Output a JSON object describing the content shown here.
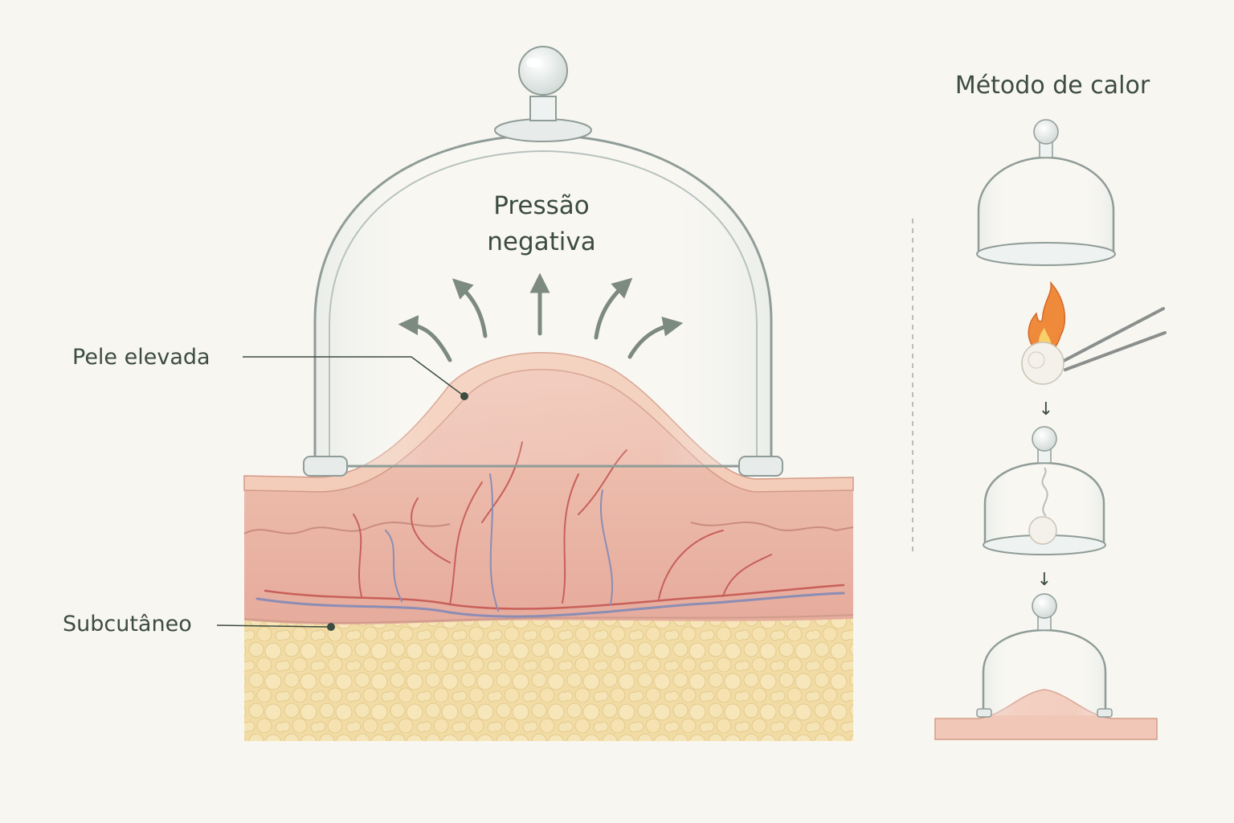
{
  "main_diagram": {
    "cup_label_line1": "Pressão",
    "cup_label_line2": "negativa",
    "label_raised_skin": "Pele elevada",
    "label_subcutaneous": "Subcutâneo"
  },
  "side_panel": {
    "title": "Método de calor",
    "step_arrow_glyph": "↓"
  },
  "colors": {
    "background": "#f8f6f0",
    "label_text": "#3c4c40",
    "skin": "#efc3b5",
    "dermis": "#e8b1a2",
    "fat": "#f0dca4",
    "artery": "#c8605a",
    "vein": "#8b8db4",
    "glass_outline": "#8f9c98",
    "flame": "#ef8a3a"
  }
}
